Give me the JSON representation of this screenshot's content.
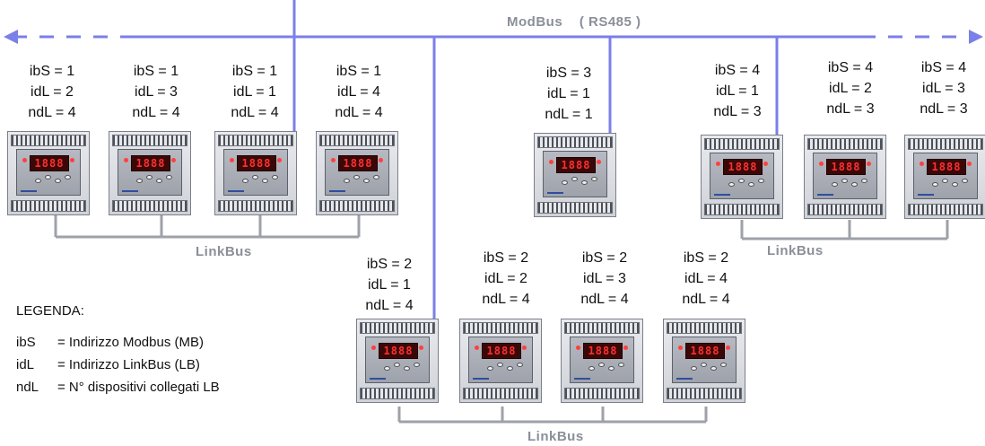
{
  "modbus_label": "ModBus",
  "modbus_protocol": "( RS485 )",
  "linkbus_label": "LinkBus",
  "display_text": "1888",
  "devices": [
    {
      "ibS": "ibS = 1",
      "idL": "idL = 2",
      "ndL": "ndL = 4"
    },
    {
      "ibS": "ibS = 1",
      "idL": "idL = 3",
      "ndL": "ndL = 4"
    },
    {
      "ibS": "ibS = 1",
      "idL": "idL = 1",
      "ndL": "ndL = 4"
    },
    {
      "ibS": "ibS = 1",
      "idL": "idL = 4",
      "ndL": "ndL = 4"
    },
    {
      "ibS": "ibS = 3",
      "idL": "idL = 1",
      "ndL": "ndL = 1"
    },
    {
      "ibS": "ibS = 4",
      "idL": "idL = 1",
      "ndL": "ndL = 3"
    },
    {
      "ibS": "ibS = 4",
      "idL": "idL = 2",
      "ndL": "ndL = 3"
    },
    {
      "ibS": "ibS = 4",
      "idL": "idL = 3",
      "ndL": "ndL = 3"
    },
    {
      "ibS": "ibS = 2",
      "idL": "idL = 1",
      "ndL": "ndL = 4"
    },
    {
      "ibS": "ibS = 2",
      "idL": "idL = 2",
      "ndL": "ndL = 4"
    },
    {
      "ibS": "ibS = 2",
      "idL": "idL = 3",
      "ndL": "ndL = 4"
    },
    {
      "ibS": "ibS = 2",
      "idL": "idL = 4",
      "ndL": "ndL = 4"
    }
  ],
  "legend": {
    "title": "LEGENDA:",
    "items": [
      {
        "key": "ibS",
        "desc": "= Indirizzo Modbus (MB)"
      },
      {
        "key": "idL",
        "desc": "= Indirizzo LinkBus (LB)"
      },
      {
        "key": "ndL",
        "desc": "= N° dispositivi collegati LB"
      }
    ]
  },
  "colors": {
    "bus": "#7b7fe8",
    "linkbus": "#9ea1a8",
    "label": "#8a8f99"
  }
}
